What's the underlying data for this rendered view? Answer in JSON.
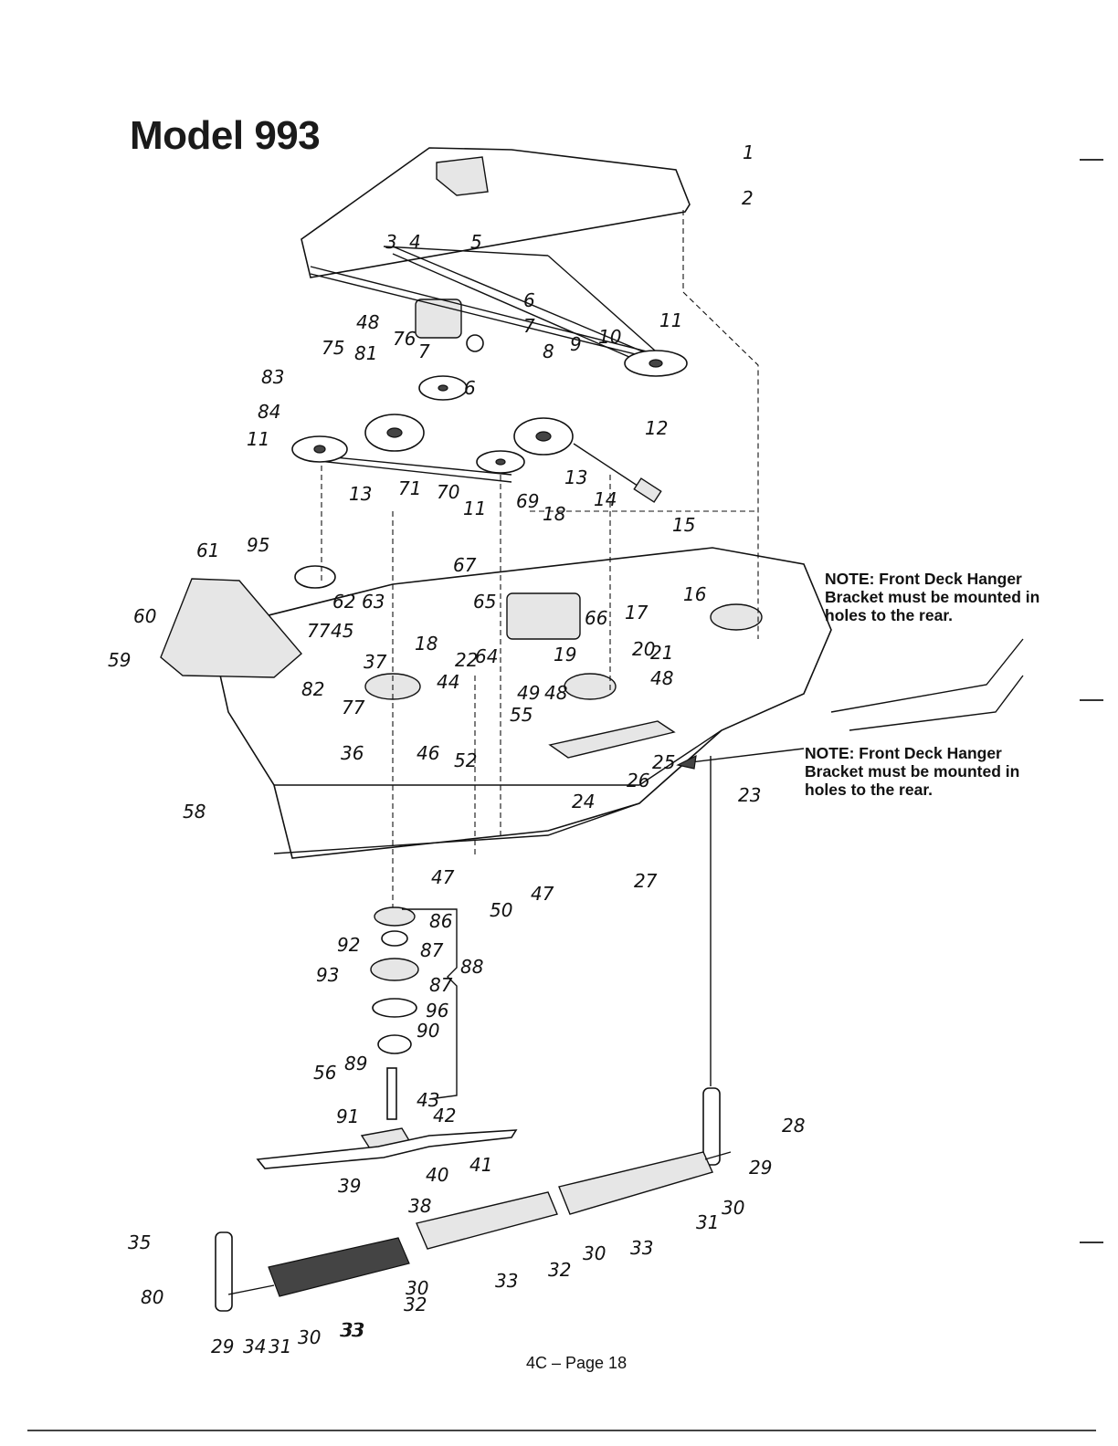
{
  "page": {
    "title": "Model 993",
    "footer": "4C – Page 18"
  },
  "notes": {
    "note1": "NOTE: Front Deck Hanger\nBracket must be mounted in\nholes to the rear.",
    "note2": "NOTE: Front Deck Hanger\nBracket must be mounted in\nholes to the rear."
  },
  "callouts": [
    "1",
    "2",
    "3",
    "4",
    "5",
    "6",
    "7",
    "48",
    "76",
    "75",
    "81",
    "7",
    "6",
    "8",
    "9",
    "10",
    "11",
    "83",
    "84",
    "11",
    "13",
    "71",
    "70",
    "11",
    "13",
    "12",
    "69",
    "18",
    "14",
    "15",
    "61",
    "95",
    "67",
    "65",
    "16",
    "17",
    "60",
    "62",
    "63",
    "66",
    "59",
    "77",
    "45",
    "18",
    "22",
    "64",
    "19",
    "20",
    "21",
    "48",
    "82",
    "37",
    "49",
    "48",
    "77",
    "44",
    "55",
    "36",
    "46",
    "52",
    "26",
    "25",
    "24",
    "58",
    "23",
    "47",
    "50",
    "47",
    "27",
    "86",
    "92",
    "87",
    "88",
    "93",
    "87",
    "96",
    "90",
    "89",
    "56",
    "43",
    "91",
    "42",
    "41",
    "28",
    "40",
    "29",
    "39",
    "38",
    "31",
    "30",
    "35",
    "33",
    "30",
    "32",
    "33",
    "80",
    "30",
    "32",
    "33",
    "29",
    "34",
    "31",
    "30",
    "33"
  ],
  "colors": {
    "ink": "#111111",
    "paper": "#ffffff",
    "shade": "#e6e6e6"
  }
}
